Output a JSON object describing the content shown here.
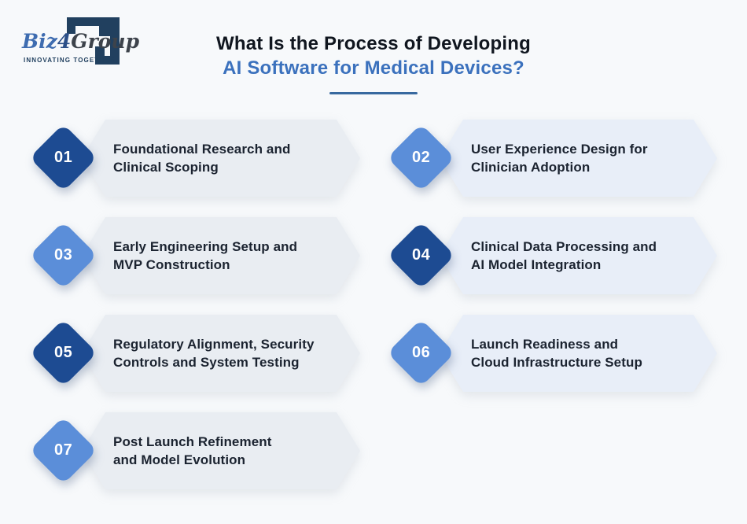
{
  "logo": {
    "name_part_biz": "Biz",
    "name_part_four": "4",
    "name_part_group": "Group",
    "tagline": "INNOVATING TOGETHER"
  },
  "title": {
    "line1": "What Is the Process of Developing",
    "line2": "AI Software for Medical Devices?"
  },
  "steps": [
    {
      "number": "01",
      "variant": "dark",
      "column": "left",
      "label_lines": [
        "Foundational Research and",
        "Clinical Scoping"
      ]
    },
    {
      "number": "02",
      "variant": "light",
      "column": "right",
      "label_lines": [
        "User Experience Design for",
        "Clinician Adoption"
      ]
    },
    {
      "number": "03",
      "variant": "light",
      "column": "left",
      "label_lines": [
        "Early Engineering Setup and",
        "MVP Construction"
      ]
    },
    {
      "number": "04",
      "variant": "dark",
      "column": "right",
      "label_lines": [
        "Clinical Data Processing and",
        "AI Model Integration"
      ]
    },
    {
      "number": "05",
      "variant": "dark",
      "column": "left",
      "label_lines": [
        "Regulatory Alignment, Security",
        "Controls and System Testing"
      ]
    },
    {
      "number": "06",
      "variant": "light",
      "column": "right",
      "label_lines": [
        "Launch Readiness and",
        "Cloud Infrastructure Setup"
      ]
    },
    {
      "number": "07",
      "variant": "light",
      "column": "left",
      "label_lines": [
        "Post Launch Refinement",
        "and Model Evolution"
      ]
    }
  ],
  "colors": {
    "page_bg": "#f7f9fb",
    "banner_left_bg": "#e9edf2",
    "banner_right_bg": "#e8eef8",
    "diamond_dark": "#1d4b92",
    "diamond_light": "#5b8ed9",
    "title_color": "#10161f",
    "title_accent": "#3b71bd",
    "underline": "#38699f",
    "label_color": "#1b2330",
    "logo_navy": "#21405f",
    "logo_blue": "#3e6cb0",
    "logo_mid": "#2b4f88",
    "logo_gray": "#3d434b"
  }
}
